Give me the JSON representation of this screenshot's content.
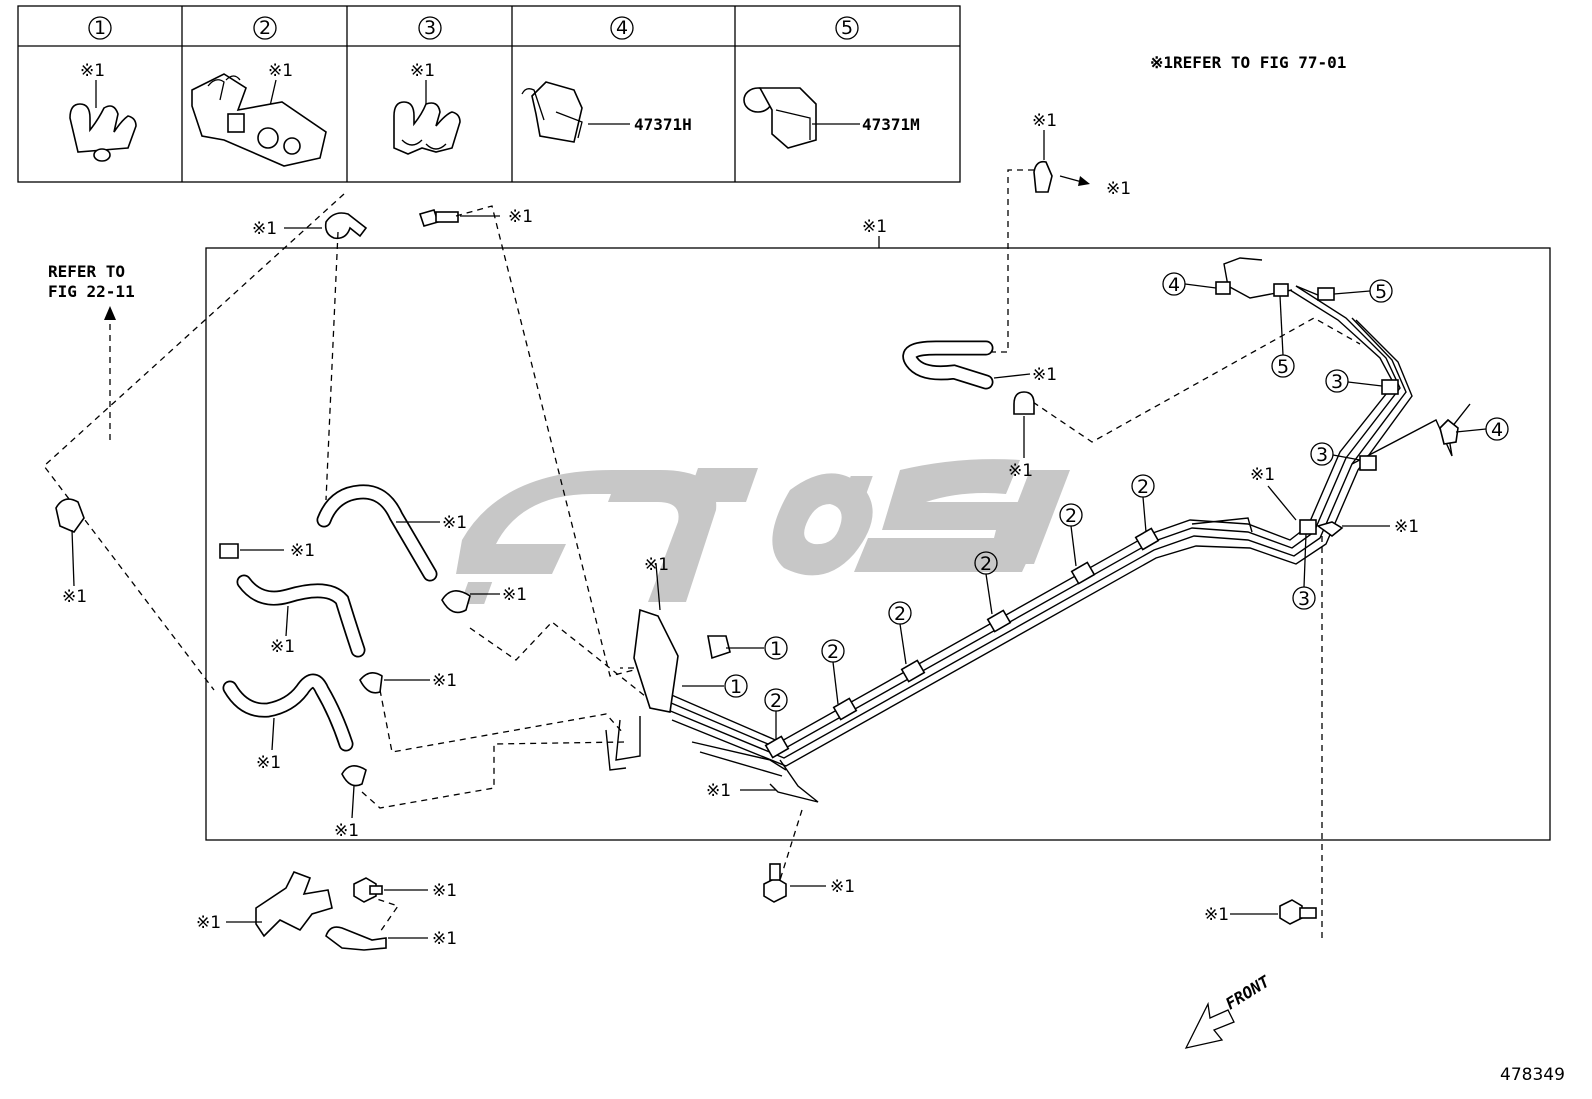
{
  "legend": {
    "columns": [
      {
        "index": "1",
        "ref": "※1",
        "part_number": ""
      },
      {
        "index": "2",
        "ref": "※1",
        "part_number": ""
      },
      {
        "index": "3",
        "ref": "※1",
        "part_number": ""
      },
      {
        "index": "4",
        "ref": "",
        "part_number": "47371H"
      },
      {
        "index": "5",
        "ref": "",
        "part_number": "47371M"
      }
    ]
  },
  "notes": {
    "refer_77": "※1REFER TO FIG 77-01",
    "refer_22_line1": "REFER TO",
    "refer_22_line2": "FIG 22-11"
  },
  "front_label": "FRONT",
  "figure_id": "478349",
  "ref_mark": "※1",
  "callouts": {
    "one": "1",
    "two": "2",
    "three": "3",
    "four": "4",
    "five": "5"
  },
  "colors": {
    "line": "#000000",
    "watermark": "#c7c7c7",
    "background": "#ffffff"
  }
}
